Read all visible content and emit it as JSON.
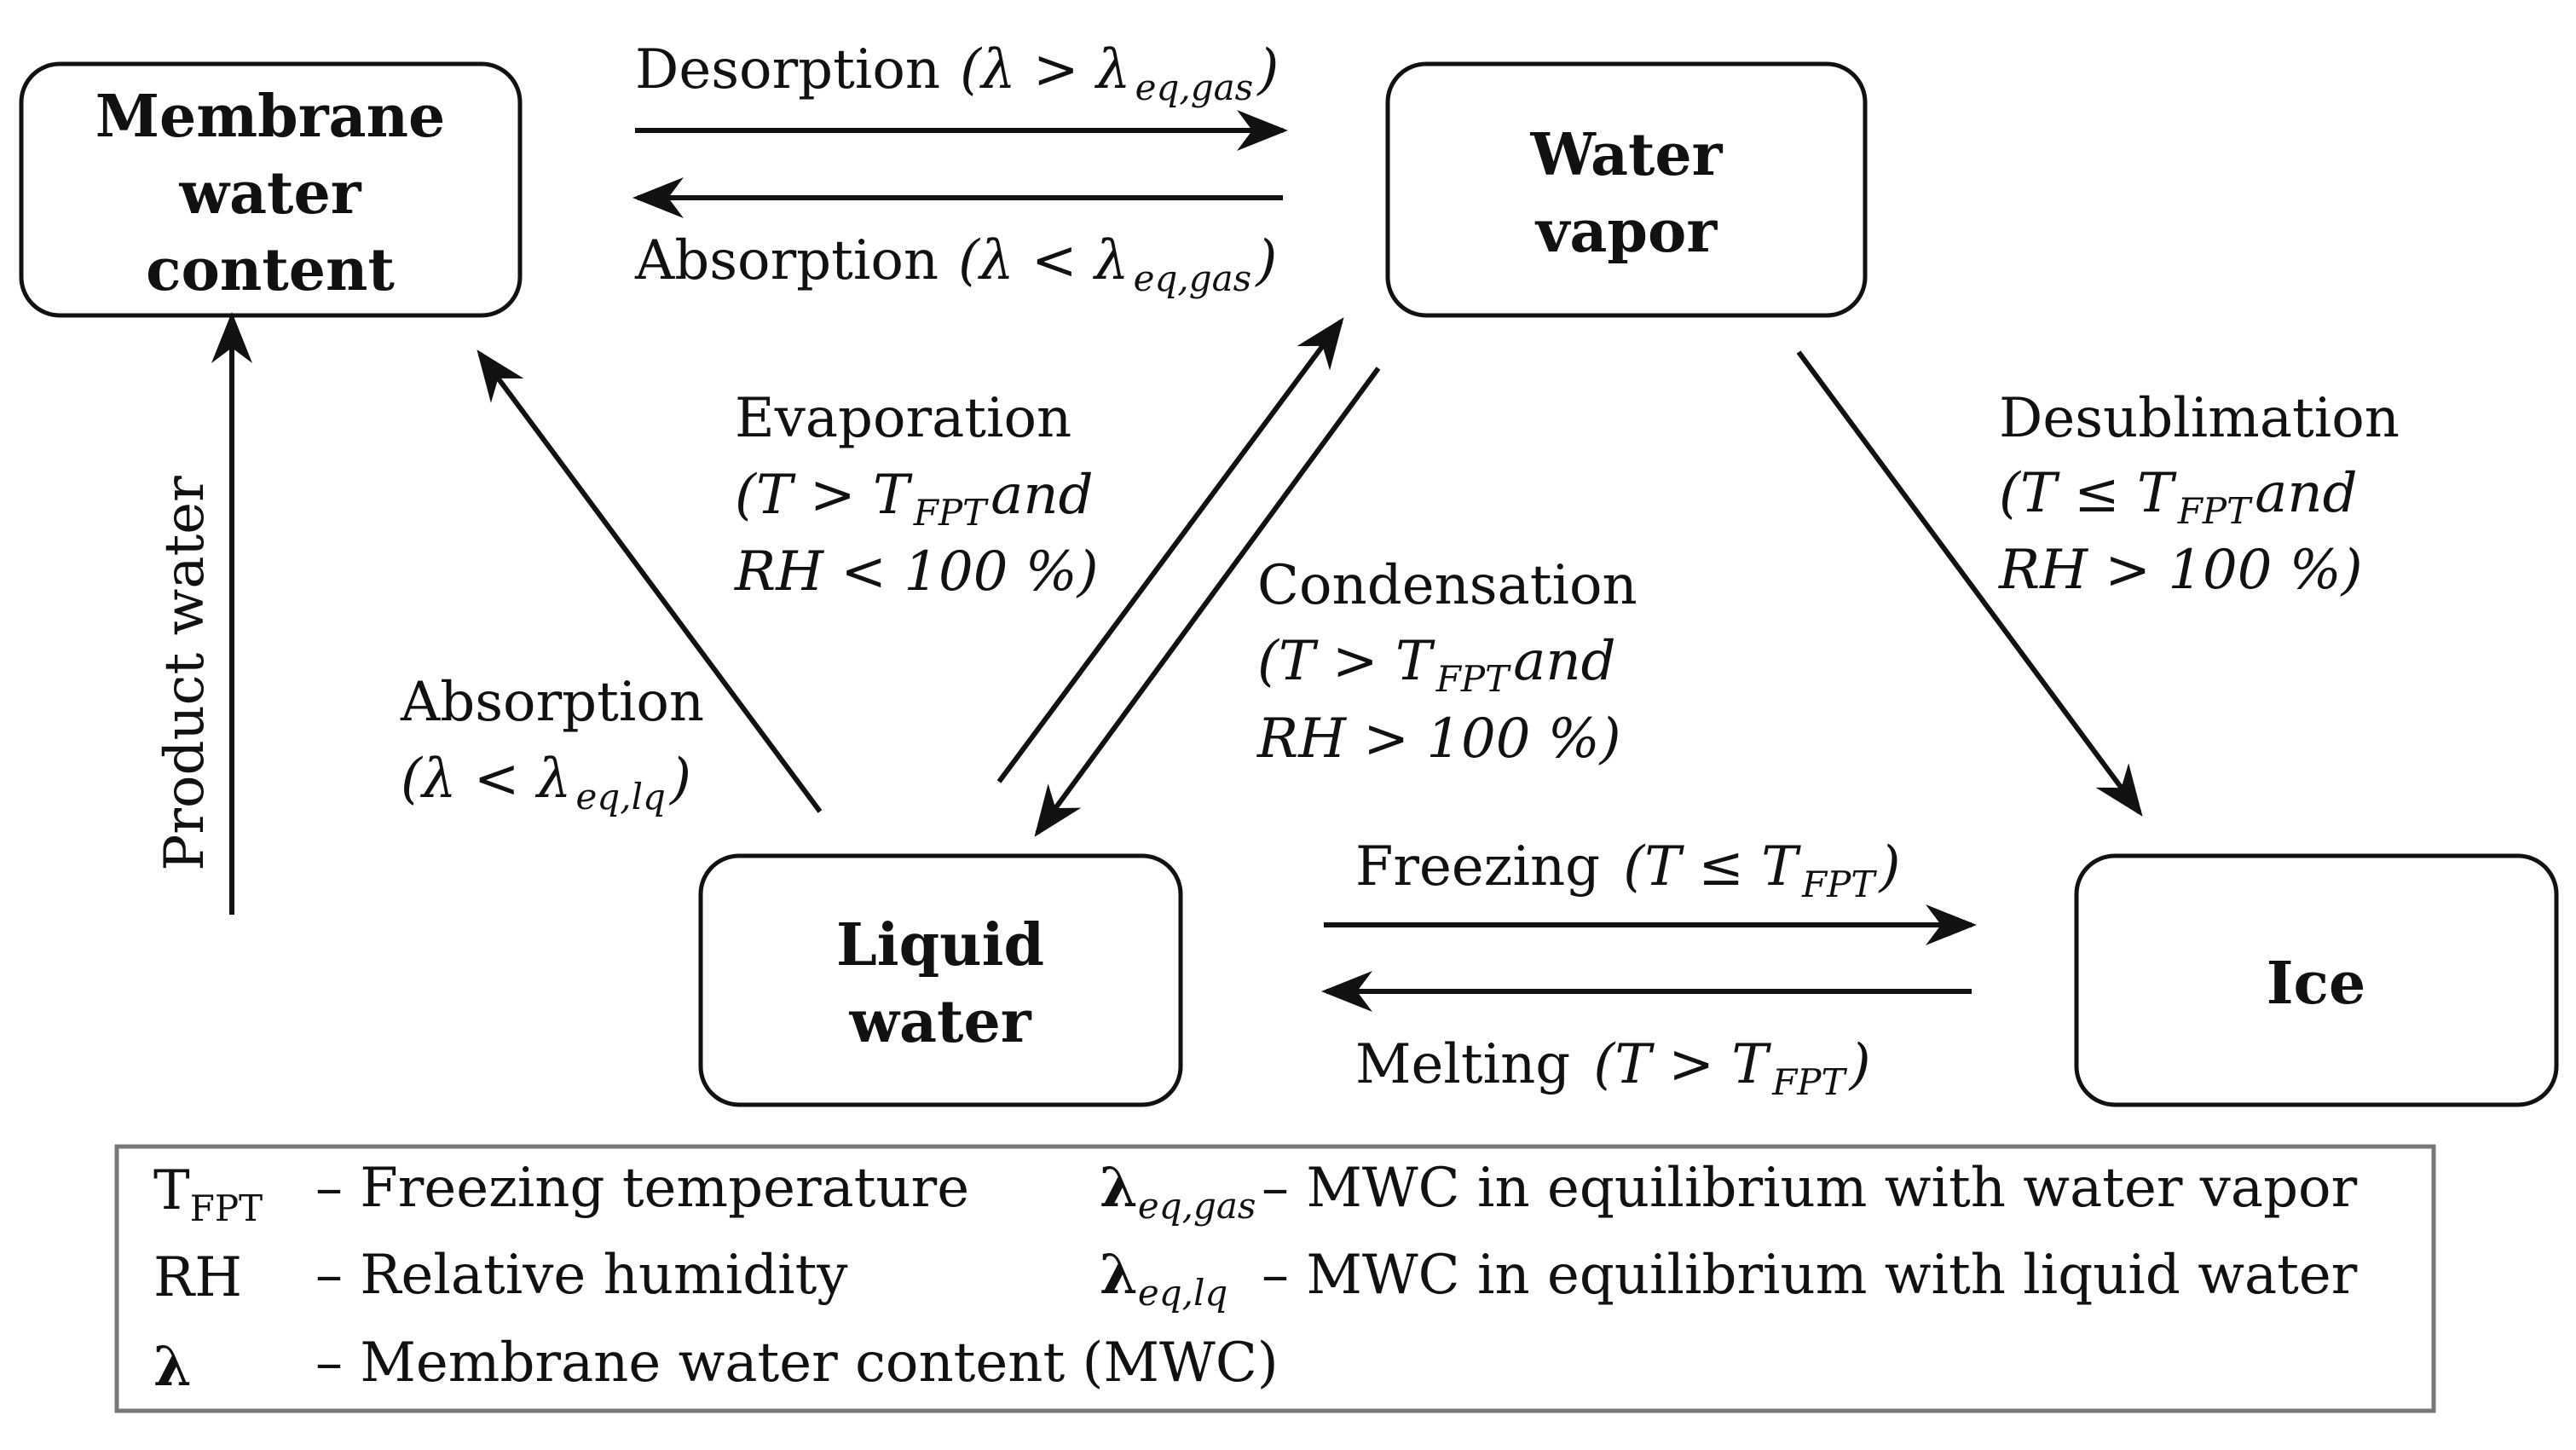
{
  "nodes": {
    "membrane": [
      "Membrane",
      "water",
      "content"
    ],
    "vapor": [
      "Water",
      "vapor"
    ],
    "liquid": [
      "Liquid",
      "water"
    ],
    "ice": [
      "Ice"
    ]
  },
  "transitions": {
    "desorption": {
      "name": "Desorption",
      "cond": "(λ > λ",
      "sub": "eq,gas",
      "close": ")"
    },
    "absorption_gas": {
      "name": "Absorption",
      "cond": "(λ < λ",
      "sub": "eq,gas",
      "close": ")"
    },
    "evaporation": {
      "name": "Evaporation",
      "line1": "(T > T",
      "sub": "FPT",
      "line1_end": " and",
      "line2": "RH < 100 %)"
    },
    "condensation": {
      "name": "Condensation",
      "line1": "(T > T",
      "sub": "FPT",
      "line1_end": " and",
      "line2": "RH > 100 %)"
    },
    "desublimation": {
      "name": "Desublimation",
      "line1": "(T ≤ T",
      "sub": "FPT",
      "line1_end": " and",
      "line2": "RH > 100 %)"
    },
    "absorption_lq": {
      "name": "Absorption",
      "cond": "(λ < λ",
      "sub": "eq,lq",
      "close": ")"
    },
    "product_water": {
      "name": "Product water"
    },
    "freezing": {
      "name": "Freezing",
      "cond": "(T ≤ T",
      "sub": "FPT",
      "close": ")"
    },
    "melting": {
      "name": "Melting",
      "cond": "(T > T",
      "sub": "FPT",
      "close": ")"
    }
  },
  "legend": {
    "rows": [
      {
        "sym": "T",
        "sym_sub": "FPT",
        "desc": "– Freezing temperature",
        "sym2": "λ",
        "sym2_sub": "eq,gas",
        "desc2": "– MWC in equilibrium with water vapor"
      },
      {
        "sym": "RH",
        "desc": "– Relative humidity",
        "sym2": "λ",
        "sym2_sub": "eq,lq",
        "desc2": "– MWC in equilibrium with liquid water"
      },
      {
        "sym": "λ",
        "desc": "– Membrane water content (MWC)"
      }
    ]
  }
}
